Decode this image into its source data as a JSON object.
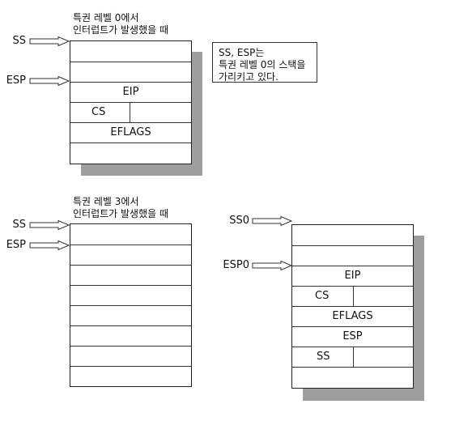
{
  "top_left": {
    "caption_line1": "특권 레벨 0에서",
    "caption_line2": "인터럽트가 발생했을 때",
    "ss_label": "SS",
    "esp_label": "ESP",
    "rows": [
      "",
      "",
      "EIP",
      "CS",
      "EFLAGS",
      ""
    ]
  },
  "note": {
    "line1": "SS, ESP는",
    "line2": "특권 레벨 0의 스택을",
    "line3": "가리키고 있다."
  },
  "bottom_left": {
    "caption_line1": "특권 레벨 3에서",
    "caption_line2": "인터럽트가 발생했을 때",
    "ss_label": "SS",
    "esp_label": "ESP"
  },
  "bottom_right": {
    "ss0_label": "SS0",
    "esp0_label": "ESP0",
    "rows": [
      "",
      "",
      "EIP",
      "CS",
      "EFLAGS",
      "ESP",
      "SS"
    ]
  }
}
